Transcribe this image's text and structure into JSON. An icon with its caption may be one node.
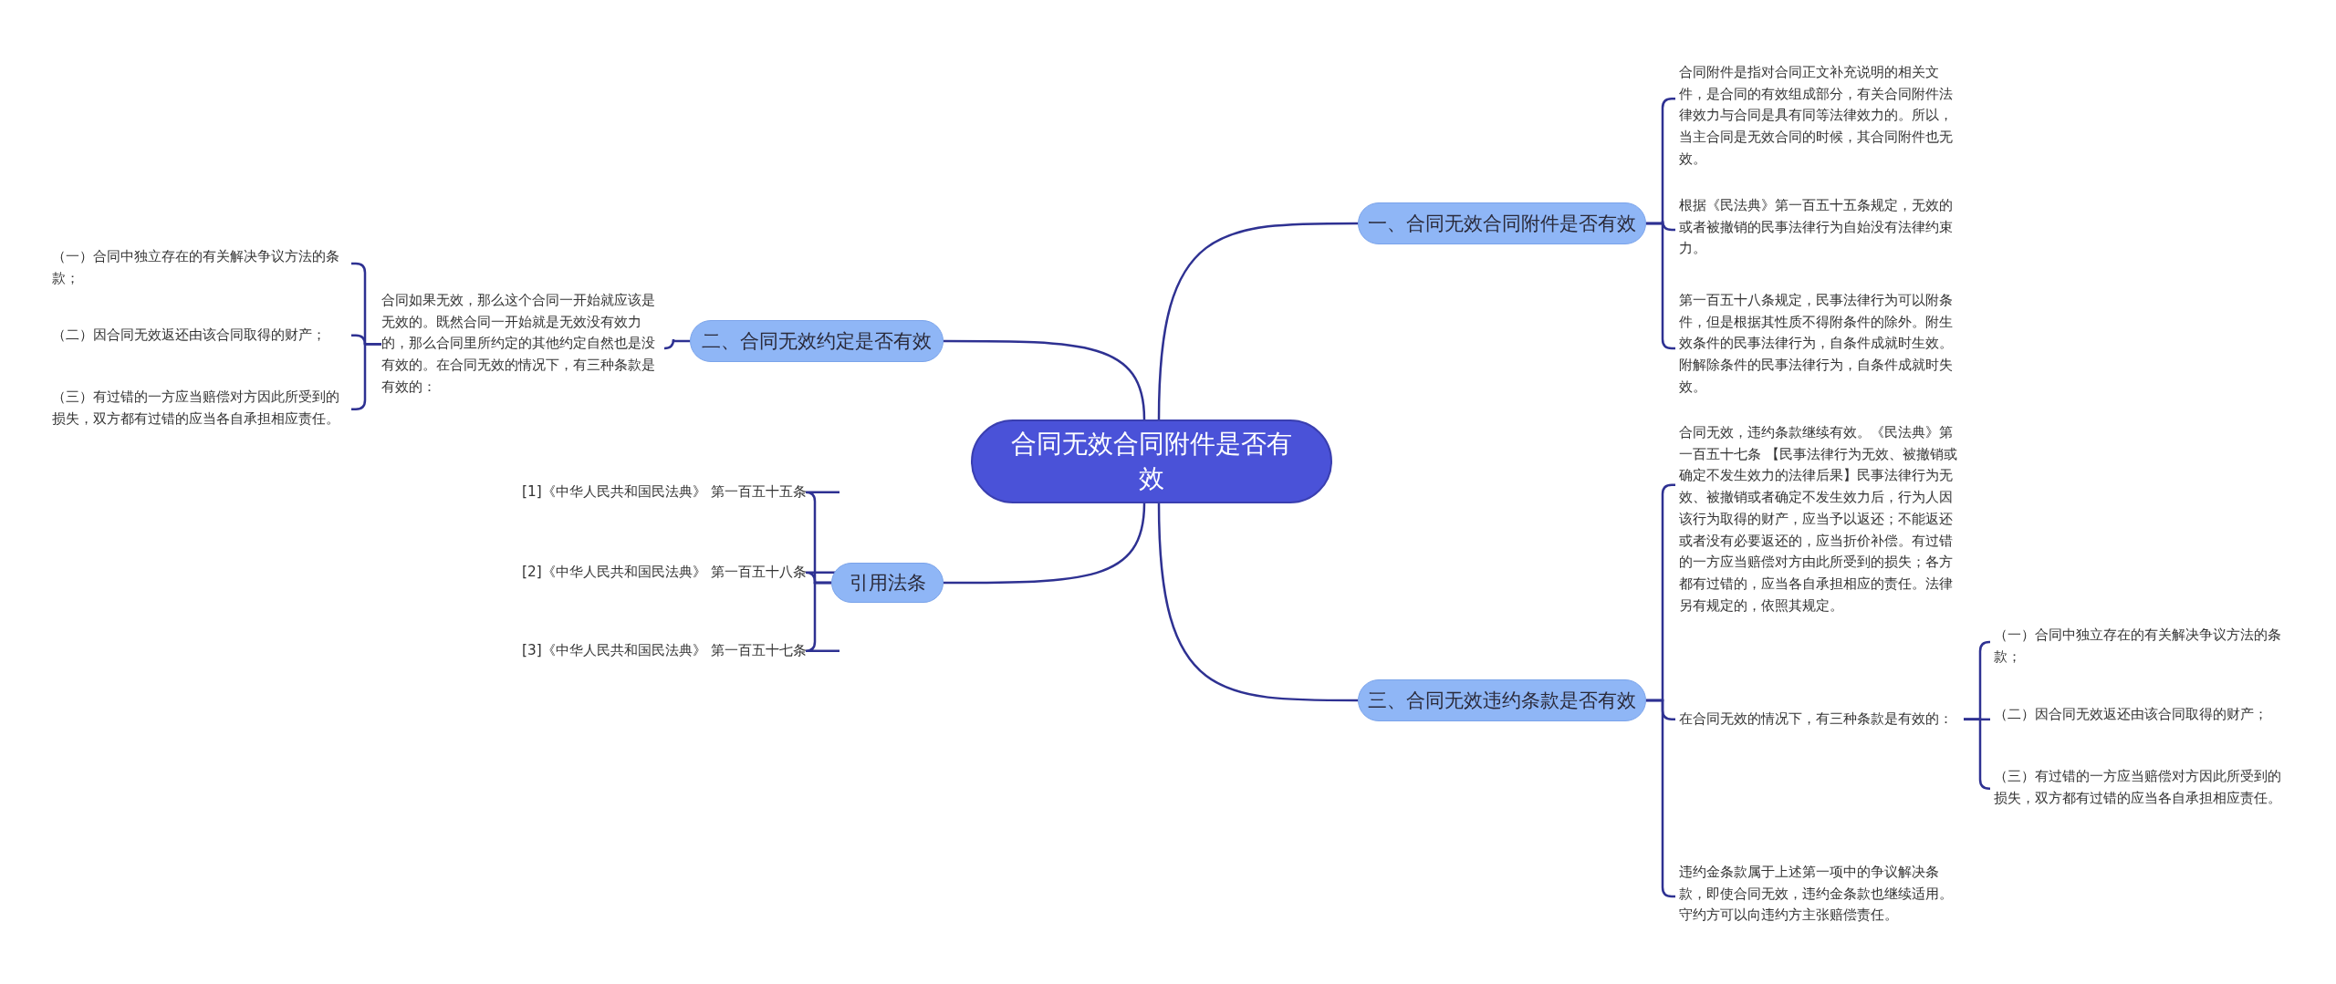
{
  "diagram": {
    "nodes": [
      {
        "text": [
          "合同无效合同附件是否有效"
        ]
      },
      {
        "text": [
          "一、合同无效合同附件是否有效"
        ]
      },
      {
        "text": [
          "合同附件是指对合同正文补充说明的相关文件，是合同的有效组成部分，有关合同附件法律效力与合同是具有同等法律效力的。所以，当主合同是无效合同的时候，其合同附件也无效。"
        ]
      },
      {
        "text": [
          "根据《民法典》第一百五十五条规定，无效的或者被撤销的民事法律行为自始没有法律约束力。"
        ]
      },
      {
        "text": [
          "第一百五十八条规定，民事法律行为可以附条件，但是根据其性质不得附条件的除外。附生效条件的民事法律行为，自条件成就时生效。附解除条件的民事法律行为，自条件成就时失效。"
        ]
      },
      {
        "text": [
          "二、合同无效约定是否有效"
        ]
      },
      {
        "text": [
          "合同如果无效，那么这个合同一开始就应该是无效的。既然合同一开始就是无效没有效力的，那么合同里所约定的其他约定自然也是没有效的。在合同无效的情况下，有三种条款是有效的："
        ]
      },
      {
        "text": [
          "（一）合同中独立存在的有关解决争议方法的条款；"
        ]
      },
      {
        "text": [
          "（二）因合同无效返还由该合同取得的财产；"
        ]
      },
      {
        "text": [
          "（三）有过错的一方应当赔偿对方因此所受到的损失，双方都有过错的应当各自承担相应责任。"
        ]
      },
      {
        "text": [
          "三、合同无效违约条款是否有效"
        ]
      },
      {
        "text": [
          "合同无效，违约条款继续有效。《民法典》第一百五十七条 【民事法律行为无效、被撤销或确定不发生效力的法律后果】民事法律行为无效、被撤销或者确定不发生效力后，行为人因该行为取得的财产，应当予以返还；不能返还或者没有必要返还的，应当折价补偿。有过错的一方应当赔偿对方由此所受到的损失；各方都有过错的，应当各自承担相应的责任。法律另有规定的，依照其规定。"
        ]
      },
      {
        "text": [
          "在合同无效的情况下，有三种条款是有效的："
        ]
      },
      {
        "text": [
          "（一）合同中独立存在的有关解决争议方法的条款；"
        ]
      },
      {
        "text": [
          "（二）因合同无效返还由该合同取得的财产；"
        ]
      },
      {
        "text": [
          "（三）有过错的一方应当赔偿对方因此所受到的损失，双方都有过错的应当各自承担相应责任。"
        ]
      },
      {
        "text": [
          "违约金条款属于上述第一项中的争议解决条款，即使合同无效，违约金条款也继续适用。守约方可以向违约方主张赔偿责任。"
        ]
      },
      {
        "text": [
          "引用法条"
        ]
      },
      {
        "text": [
          "[1]《中华人民共和国民法典》 第一百五十五条"
        ]
      },
      {
        "text": [
          "[2]《中华人民共和国民法典》 第一百五十八条"
        ]
      },
      {
        "text": [
          "[3]《中华人民共和国民法典》 第一百五十七条"
        ]
      }
    ],
    "edges": [
      {
        "from": 0,
        "to": 1,
        "arrow": "none"
      },
      {
        "from": 1,
        "to": 2,
        "arrow": "none"
      },
      {
        "from": 1,
        "to": 3,
        "arrow": "none"
      },
      {
        "from": 1,
        "to": 4,
        "arrow": "none"
      },
      {
        "from": 0,
        "to": 5,
        "arrow": "none"
      },
      {
        "from": 5,
        "to": 6,
        "arrow": "none"
      },
      {
        "from": 6,
        "to": 7,
        "arrow": "none"
      },
      {
        "from": 6,
        "to": 8,
        "arrow": "none"
      },
      {
        "from": 6,
        "to": 9,
        "arrow": "none"
      },
      {
        "from": 0,
        "to": 10,
        "arrow": "none"
      },
      {
        "from": 10,
        "to": 11,
        "arrow": "none"
      },
      {
        "from": 10,
        "to": 12,
        "arrow": "none"
      },
      {
        "from": 12,
        "to": 13,
        "arrow": "none"
      },
      {
        "from": 12,
        "to": 14,
        "arrow": "none"
      },
      {
        "from": 12,
        "to": 15,
        "arrow": "none"
      },
      {
        "from": 10,
        "to": 16,
        "arrow": "none"
      },
      {
        "from": 0,
        "to": 17,
        "arrow": "none"
      },
      {
        "from": 17,
        "to": 18,
        "arrow": "none"
      },
      {
        "from": 17,
        "to": 19,
        "arrow": "none"
      },
      {
        "from": 17,
        "to": 20,
        "arrow": "none"
      }
    ]
  }
}
